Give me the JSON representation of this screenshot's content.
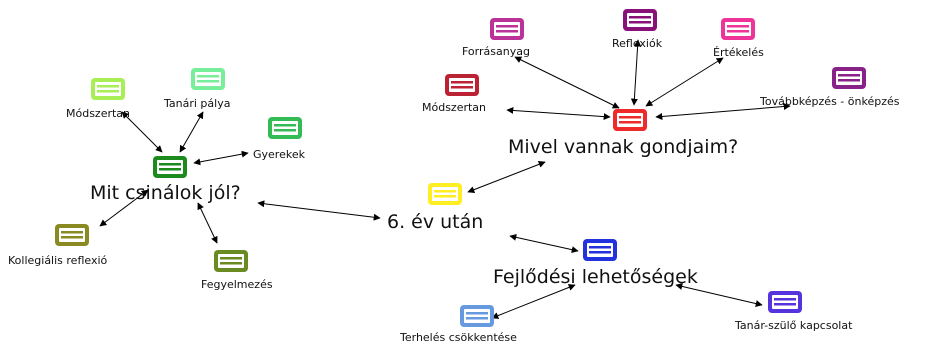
{
  "center": {
    "label": "6. év után",
    "color": "#ffee22"
  },
  "hubs": [
    {
      "id": "mit",
      "label": "Mit csinálok jól?",
      "color": "#1c8a1c"
    },
    {
      "id": "mivel",
      "label": "Mivel vannak gondjaim?",
      "color": "#ee2a2a"
    },
    {
      "id": "fejl",
      "label": "Fejlődési lehetőségek",
      "color": "#2233dd"
    }
  ],
  "leaves": [
    {
      "label": "Módszertan",
      "color": "#a8ee55"
    },
    {
      "label": "Tanári pálya",
      "color": "#77ee99"
    },
    {
      "label": "Gyerekek",
      "color": "#33bb55"
    },
    {
      "label": "Kollegiális reflexió",
      "color": "#8a8a22"
    },
    {
      "label": "Fegyelmezés",
      "color": "#6a8a22"
    },
    {
      "label": "Forrásanyag",
      "color": "#bb3399"
    },
    {
      "label": "Reflexiók",
      "color": "#881177"
    },
    {
      "label": "Értékelés",
      "color": "#ee3399"
    },
    {
      "label": "Módszertan",
      "color": "#bb2233"
    },
    {
      "label": "Továbbképzés - önképzés",
      "color": "#882288"
    },
    {
      "label": "Terhelés csökkentése",
      "color": "#6699dd"
    },
    {
      "label": "Tanár-szülő kapcsolat",
      "color": "#5533dd"
    }
  ]
}
